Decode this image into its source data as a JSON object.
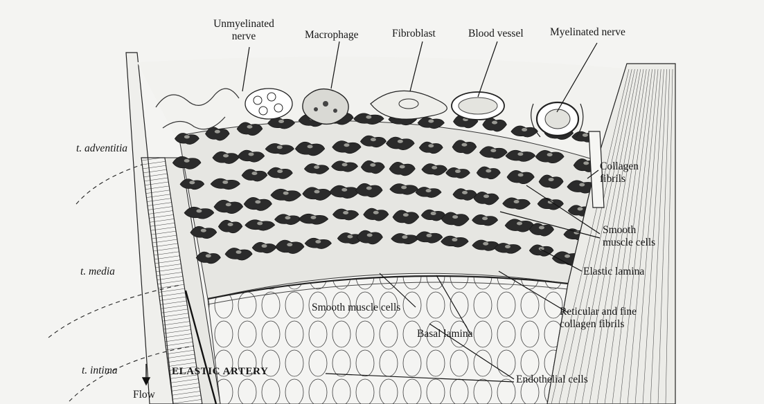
{
  "labels": {
    "unmyelinated_nerve": "Unmyelinated\nnerve",
    "macrophage": "Macrophage",
    "fibroblast": "Fibroblast",
    "blood_vessel": "Blood vessel",
    "myelinated_nerve": "Myelinated nerve",
    "collagen_fibrils": "Collagen\nfibrils",
    "smooth_muscle_cells_media": "Smooth\nmuscle cells",
    "elastic_lamina": "Elastic lamina",
    "reticular_collagen": "Reticular and fine\ncollagen fibrils",
    "smooth_muscle_cells_intima": "Smooth muscle cells",
    "basal_lamina": "Basal lamina",
    "endothelial_cells": "Endothelial cells"
  },
  "layers": {
    "adventitia": "t. adventitia",
    "media": "t. media",
    "intima": "t. intima"
  },
  "title": "ELASTIC ARTERY",
  "flow": "Flow"
}
